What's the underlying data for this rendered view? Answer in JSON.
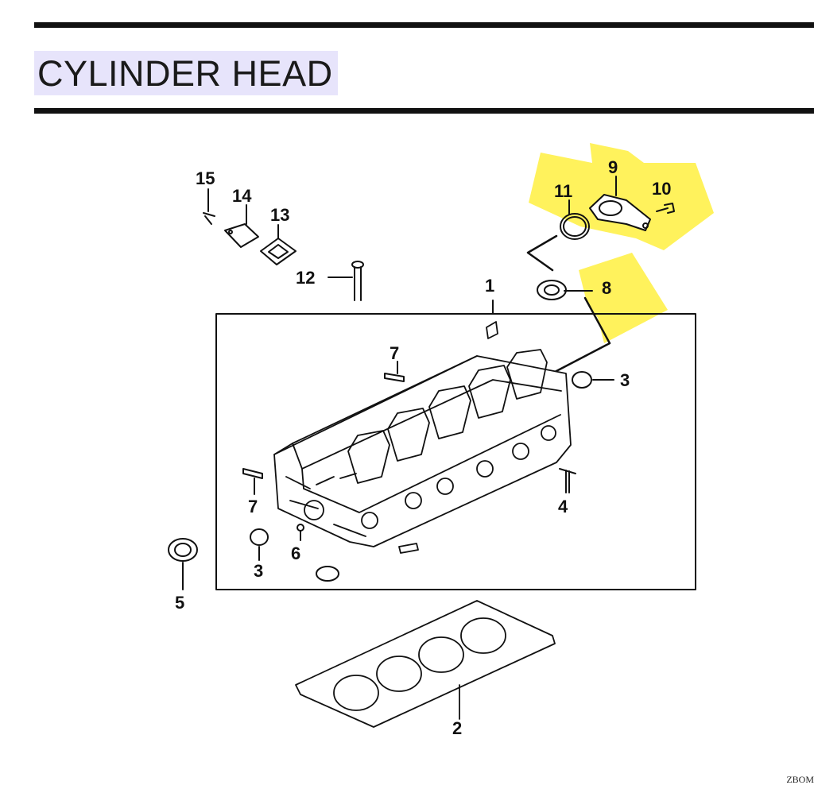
{
  "title": "CYLINDER HEAD",
  "footer_code": "ZBOM",
  "colors": {
    "title_highlight": "#e7e4fb",
    "part_highlight": "#fff14a",
    "line": "#111111"
  },
  "callouts": {
    "c1": "1",
    "c2": "2",
    "c3a": "3",
    "c3b": "3",
    "c4": "4",
    "c5": "5",
    "c6": "6",
    "c7a": "7",
    "c7b": "7",
    "c8": "8",
    "c9": "9",
    "c10": "10",
    "c11": "11",
    "c12": "12",
    "c13": "13",
    "c14": "14",
    "c15": "15"
  }
}
